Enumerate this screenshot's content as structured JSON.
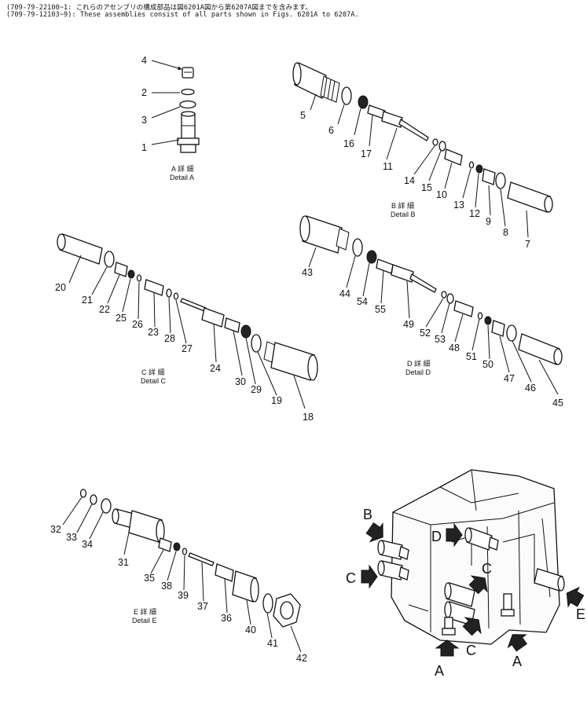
{
  "header": {
    "line1": "(709-79-22100~1: これらのアセンブリの構成部品は図6201A図から第6207A図までを含みます。",
    "line2": "(709-79-12103~9): These assemblies consist of all parts shown in Figs. 6201A to 6207A."
  },
  "details": {
    "A": {
      "jp": "A 詳 細",
      "en": "Detail A"
    },
    "B": {
      "jp": "B 詳 細",
      "en": "Detail B"
    },
    "C": {
      "jp": "C 詳 細",
      "en": "Detail C"
    },
    "D": {
      "jp": "D 詳 細",
      "en": "Detail D"
    },
    "E": {
      "jp": "E 詳 細",
      "en": "Detail E"
    }
  },
  "callouts": {
    "detail_a": [
      "4",
      "2",
      "3",
      "1"
    ],
    "detail_b": [
      "5",
      "6",
      "16",
      "17",
      "11",
      "14",
      "15",
      "10",
      "13",
      "12",
      "9",
      "8",
      "7"
    ],
    "detail_c": [
      "20",
      "21",
      "22",
      "25",
      "26",
      "23",
      "28",
      "27",
      "24",
      "30",
      "29",
      "19",
      "18"
    ],
    "detail_d": [
      "43",
      "44",
      "54",
      "55",
      "49",
      "52",
      "53",
      "48",
      "51",
      "50",
      "47",
      "46",
      "45"
    ],
    "detail_e": [
      "32",
      "33",
      "34",
      "31",
      "35",
      "38",
      "39",
      "37",
      "36",
      "40",
      "41",
      "42"
    ]
  },
  "valve_markers": [
    "B",
    "D",
    "C",
    "C",
    "A",
    "C",
    "A",
    "E"
  ],
  "icons": {
    "arrow": "pointer-arrow-icon",
    "part": "valve-component-icon"
  }
}
